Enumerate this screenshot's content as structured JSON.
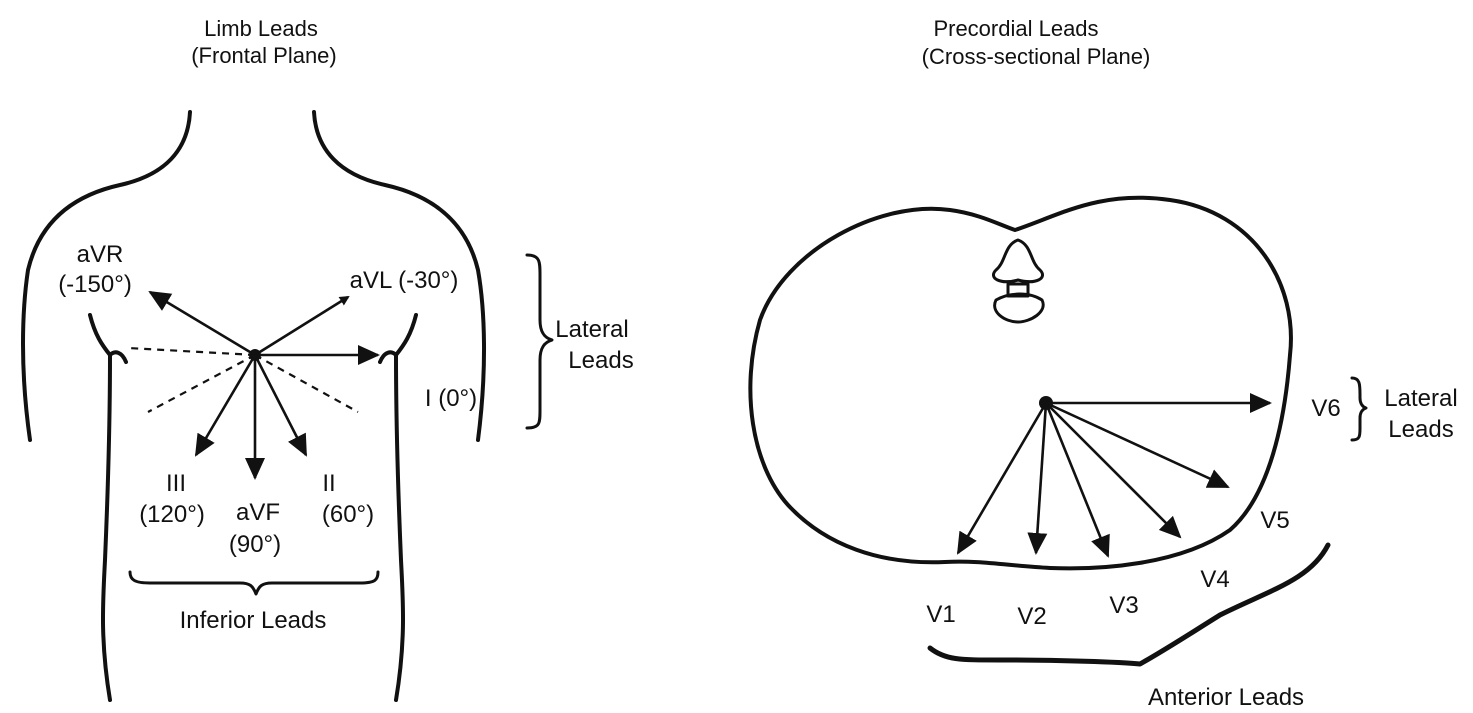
{
  "limb": {
    "title_line1": "Limb Leads",
    "title_line2": "(Frontal Plane)",
    "avr_name": "aVR",
    "avr_angle": "(-150°)",
    "avl": "aVL (-30°)",
    "lead_i": "I (0°)",
    "lead_iii_name": "III",
    "lead_iii_angle": "(120°)",
    "avf_name": "aVF",
    "avf_angle": "(90°)",
    "lead_ii_name": "II",
    "lead_ii_angle": "(60°)",
    "lateral_line1": "Lateral",
    "lateral_line2": "Leads",
    "inferior": "Inferior Leads"
  },
  "precordial": {
    "title_line1": "Precordial Leads",
    "title_line2": "(Cross-sectional Plane)",
    "v1": "V1",
    "v2": "V2",
    "v3": "V3",
    "v4": "V4",
    "v5": "V5",
    "v6": "V6",
    "lateral_line1": "Lateral",
    "lateral_line2": "Leads",
    "anterior": "Anterior Leads"
  }
}
